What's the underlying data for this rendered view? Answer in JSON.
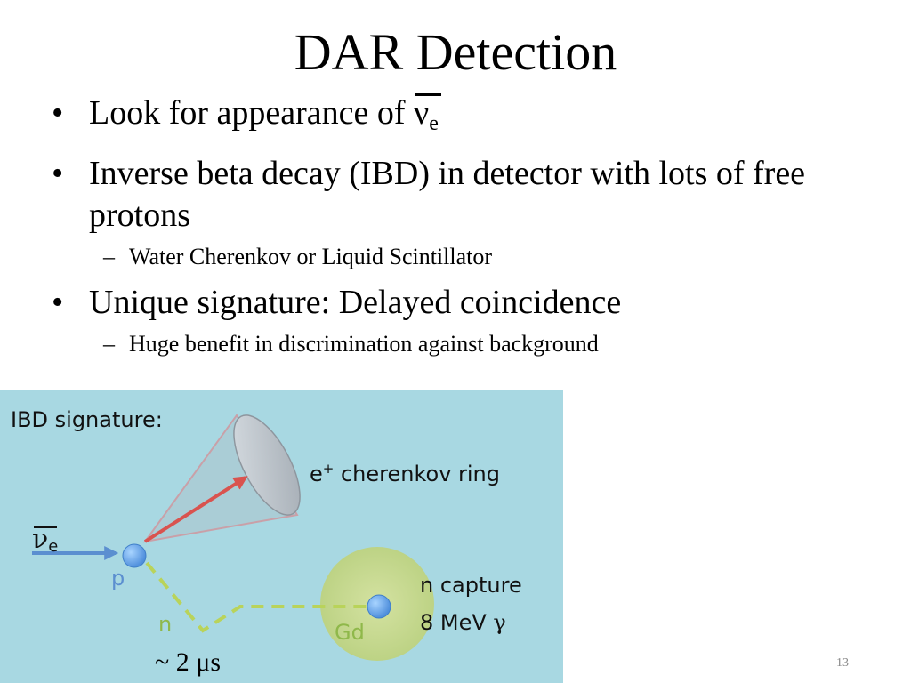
{
  "slide": {
    "title": "DAR Detection",
    "bullets": [
      {
        "text": "Look for appearance of ",
        "symbol": "ν",
        "symbol_sub": "e"
      },
      {
        "text": "Inverse beta decay (IBD) in detector with lots of free protons"
      },
      {
        "text": "Unique signature:  Delayed coincidence"
      }
    ],
    "subbullets": [
      "Water Cherenkov or Liquid Scintillator",
      "Huge benefit in discrimination against background"
    ],
    "page_number": "13"
  },
  "diagram": {
    "label_title": "IBD signature:",
    "label_ring_prefix": "e",
    "label_ring_sup": "+",
    "label_ring_suffix": " cherenkov ring",
    "label_nu": "ν",
    "label_nu_sub": "e",
    "label_p": "p",
    "label_n": "n",
    "label_gd": "Gd",
    "label_capture_1": "n capture",
    "label_capture_2": "8 MeV ",
    "label_gamma": "γ",
    "time_label": "~ 2 μs",
    "colors": {
      "background": "#a8d8e2",
      "arrow_in": "#5b8fd0",
      "arrow_e": "#d9534f",
      "neutron_path": "#b9d35a",
      "gd_sphere": "#c9d98a",
      "particle": "#6aa8e8"
    }
  }
}
